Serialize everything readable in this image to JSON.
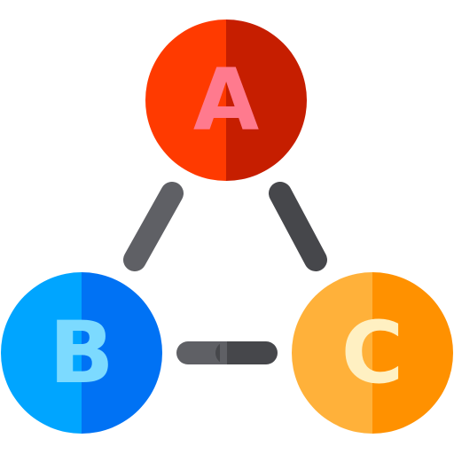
{
  "nodes": [
    {
      "id": "a",
      "label": "A",
      "color_left": "#FF3A00",
      "color_right": "#C61E00",
      "text_color": "#FF7A8E"
    },
    {
      "id": "b",
      "label": "B",
      "color_left": "#00A5FF",
      "color_right": "#0072F4",
      "text_color": "#7CDAFF"
    },
    {
      "id": "c",
      "label": "C",
      "color_left": "#FFB13A",
      "color_right": "#FF9100",
      "text_color": "#FFF0C2"
    }
  ],
  "links": [
    {
      "id": "a-b",
      "from": "a",
      "to": "b",
      "color_light": "#5F6065",
      "color_dark": "#46474B"
    },
    {
      "id": "a-c",
      "from": "a",
      "to": "c",
      "color_light": "#46474B",
      "color_dark": "#46474B"
    },
    {
      "id": "b-c",
      "from": "b",
      "to": "c",
      "color_light": "#5F6065",
      "color_dark": "#46474B"
    }
  ]
}
